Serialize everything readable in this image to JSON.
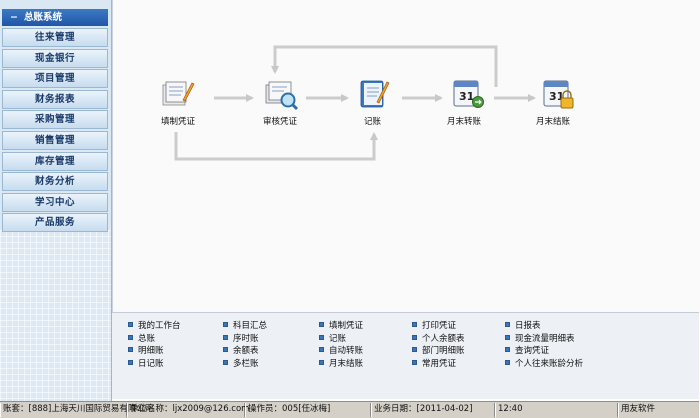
{
  "sidebar": {
    "title": "总账系统",
    "items": [
      "往来管理",
      "现金银行",
      "项目管理",
      "财务报表",
      "采购管理",
      "销售管理",
      "库存管理",
      "财务分析",
      "学习中心",
      "产品服务"
    ]
  },
  "flow": {
    "steps": [
      "填制凭证",
      "审核凭证",
      "记账",
      "月末转账",
      "月末结账"
    ],
    "icons": [
      "voucher-pen-icon",
      "audit-magnifier-icon",
      "ledger-pen-icon",
      "calendar-31-icon",
      "calendar-lock-icon"
    ]
  },
  "links": {
    "columns": [
      [
        "我的工作台",
        "总账",
        "明细账",
        "日记账"
      ],
      [
        "科目汇总",
        "序时账",
        "余额表",
        "多栏账"
      ],
      [
        "填制凭证",
        "记账",
        "自动转账",
        "月末结账"
      ],
      [
        "打印凭证",
        "个人余额表",
        "部门明细账",
        "常用凭证"
      ],
      [
        "日报表",
        "现金流量明细表",
        "查询凭证",
        "个人往来账龄分析"
      ]
    ]
  },
  "status": {
    "account": "账套：[888]上海天川国际贸易有限公司",
    "company": "单位名称：ljx2009@126.com",
    "operator": "操作员：005[任冰梅]",
    "business_date": "业务日期：[2011-04-02]",
    "time": "12:40",
    "vendor": "用友软件"
  },
  "colors": {
    "accent": "#1f56a6",
    "arrow": "#c9c9c9"
  }
}
